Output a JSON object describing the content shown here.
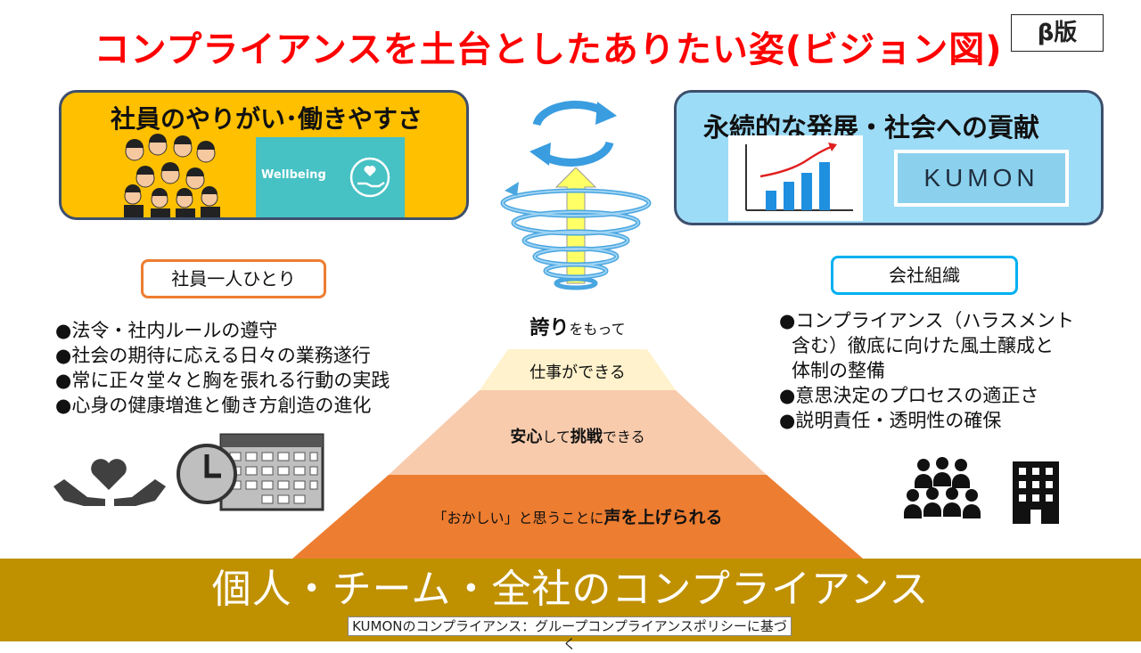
{
  "title": "コンプライアンスを土台としたありたい姿(ビジョン図)",
  "version_badge": "β版",
  "left_box": {
    "title": "社員のやりがい･働きやすさ",
    "wellbeing_text": "Wellbeing"
  },
  "right_box": {
    "title": "永続的な発展・社会への貢献",
    "logo_text": "KUMON"
  },
  "individual": {
    "label": "社員一人ひとり",
    "items": [
      "●法令・社内ルールの遵守",
      "●社会の期待に応える日々の業務遂行",
      "●常に正々堂々と胸を張れる行動の実践",
      "●心身の健康増進と働き方創造の進化"
    ]
  },
  "organization": {
    "label": "会社組織",
    "items": [
      "●コンプライアンス（ハラスメント",
      "含む）徹底に向けた風土醸成と",
      "体制の整備",
      "●意思決定のプロセスの適正さ",
      "●説明責任・透明性の確保"
    ]
  },
  "pyramid": {
    "pride_bold": "誇り",
    "pride_rest": "をもって",
    "level1": "仕事ができる",
    "level2_a": "安心",
    "level2_b": "して",
    "level2_c": "挑戦",
    "level2_d": "できる",
    "level3_a": "「おかしい」と思うことに",
    "level3_b": "声を上げられる"
  },
  "colors": {
    "title": "#ff0000",
    "left_box": "#ffc000",
    "right_box": "#9ddcf7",
    "band": "#bf9000",
    "pyramid_top": "#fff2cc",
    "pyramid_mid": "#f8cbad",
    "pyramid_base": "#ed7d31"
  },
  "icons": [
    "cycle-arrows-icon",
    "spiral-arrow-icon",
    "cheering-people-icon",
    "hands-heart-icon",
    "clock-icon",
    "calendar-icon",
    "group-people-icon",
    "office-building-icon",
    "bar-chart-icon"
  ],
  "bottom": {
    "title": "個人・チーム・全社のコンプライアンス",
    "subtitle": "KUMONのコンプライアンス：グループコンプライアンスポリシーに基づく"
  }
}
